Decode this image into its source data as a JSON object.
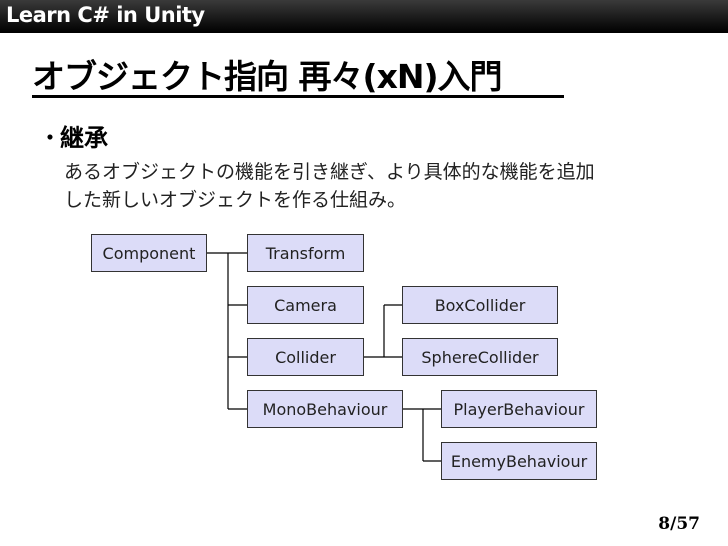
{
  "header": {
    "title": "Learn C# in Unity"
  },
  "slide": {
    "title": "オブジェクト指向 再々(xN)入門",
    "bullet": {
      "mark": "・",
      "text": "継承"
    },
    "description": [
      "あるオブジェクトの機能を引き継ぎ、より具体的な機能を追加",
      "した新しいオブジェクトを作る仕組み。"
    ]
  },
  "diagram": {
    "nodes": {
      "component": "Component",
      "transform": "Transform",
      "camera": "Camera",
      "collider": "Collider",
      "monobehaviour": "MonoBehaviour",
      "boxcollider": "BoxCollider",
      "spherecollider": "SphereCollider",
      "playerbehaviour": "PlayerBehaviour",
      "enemybehaviour": "EnemyBehaviour"
    }
  },
  "footer": {
    "page": "8/57"
  }
}
